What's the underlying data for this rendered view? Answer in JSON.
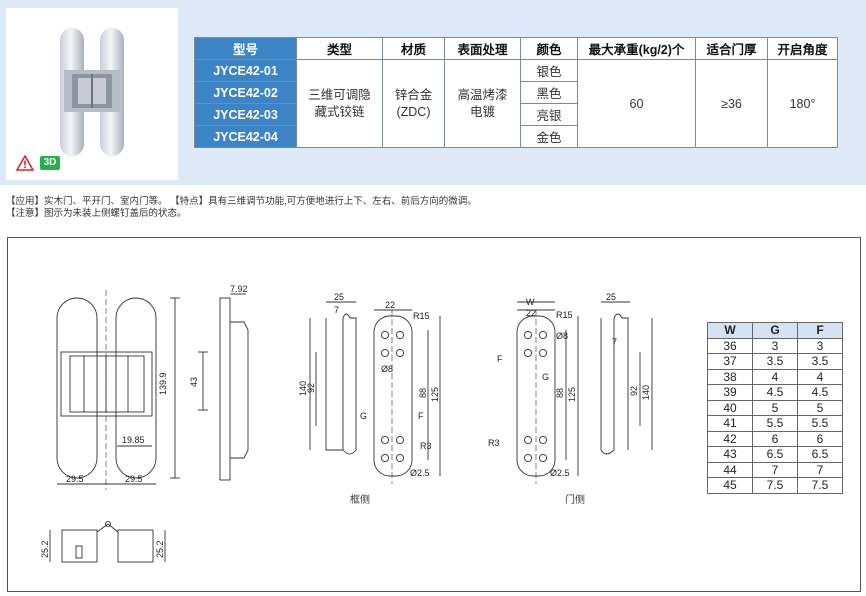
{
  "spec_table": {
    "headers": [
      "型号",
      "类型",
      "材质",
      "表面处理",
      "颜色",
      "最大承重(kg/2)个",
      "适合门厚",
      "开启角度"
    ],
    "models": [
      "JYCE42-01",
      "JYCE42-02",
      "JYCE42-03",
      "JYCE42-04"
    ],
    "type": "三维可调隐藏式铰链",
    "material": "锌合金(ZDC)",
    "surface": "高温烤漆电镀",
    "colors": [
      "银色",
      "黑色",
      "亮银",
      "金色"
    ],
    "max_load": "60",
    "door_thickness": "≥36",
    "open_angle": "180°"
  },
  "badges": {
    "three_d": "3D"
  },
  "notes": {
    "line1": "【应用】实木门、平开门、室内门等。     【特点】具有三维调节功能,可方便地进行上下、左右、前后方向的微调。",
    "line2": "【注意】图示为未装上侧螺钉盖后的状态。"
  },
  "drawing": {
    "dims": {
      "d792": "7.92",
      "d1399": "139.9",
      "d43": "43",
      "d1985": "19.85",
      "d295a": "29.5",
      "d295b": "29.5",
      "d25a": "25",
      "d7a": "7",
      "d22a": "22",
      "r15a": "R15",
      "d140a": "140",
      "d92a": "92",
      "phi8a": "Ø8",
      "d88a": "88",
      "d125a": "125",
      "ga": "G",
      "fa": "F",
      "r3a": "R3",
      "phi25a": "Ø2.5",
      "wb": "W",
      "d22b": "22",
      "r15b": "R15",
      "phi8b": "Ø8",
      "fb": "F",
      "gb": "G",
      "d88b": "88",
      "d125b": "125",
      "r3b": "R3",
      "phi25b": "Ø2.5",
      "d25b": "25",
      "d7b": "7",
      "d92b": "92",
      "d140b": "140",
      "d252a": "25.2",
      "d252b": "25.2"
    },
    "caption_frame": "框侧",
    "caption_door": "门侧"
  },
  "wgf_table": {
    "headers": [
      "W",
      "G",
      "F"
    ],
    "rows": [
      [
        "36",
        "3",
        "3"
      ],
      [
        "37",
        "3.5",
        "3.5"
      ],
      [
        "38",
        "4",
        "4"
      ],
      [
        "39",
        "4.5",
        "4.5"
      ],
      [
        "40",
        "5",
        "5"
      ],
      [
        "41",
        "5.5",
        "5.5"
      ],
      [
        "42",
        "6",
        "6"
      ],
      [
        "43",
        "6.5",
        "6.5"
      ],
      [
        "44",
        "7",
        "7"
      ],
      [
        "45",
        "7.5",
        "7.5"
      ]
    ]
  },
  "colors": {
    "accent": "#3d84c6",
    "banner": "#dde9f6",
    "badge_green": "#25b04a",
    "warn_red": "#d8262a"
  }
}
